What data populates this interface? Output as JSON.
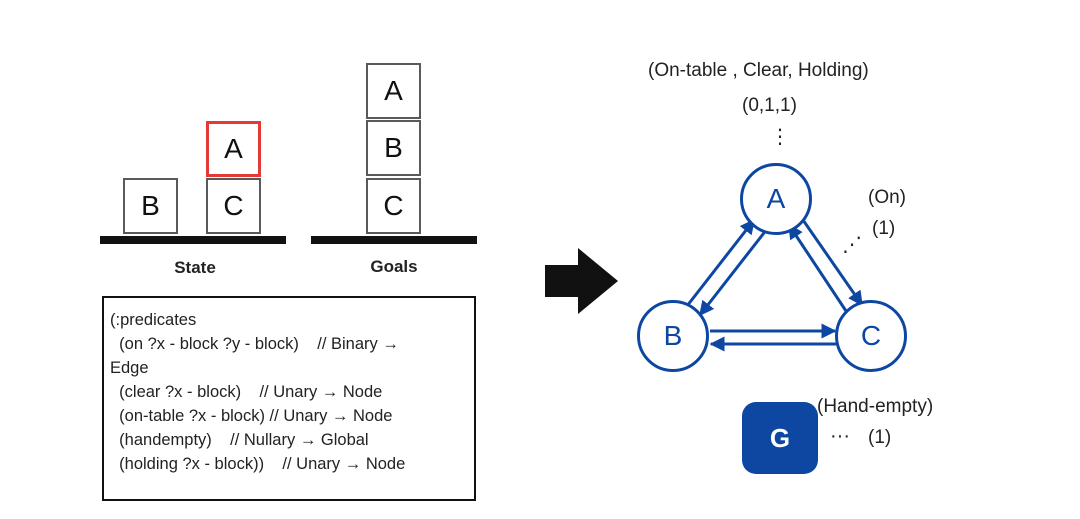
{
  "state": {
    "caption": "State",
    "blocks": {
      "b": "B",
      "c": "C",
      "a": "A"
    }
  },
  "goals": {
    "caption": "Goals",
    "blocks": {
      "a": "A",
      "b": "B",
      "c": "C"
    }
  },
  "code": {
    "lines": [
      "(:predicates",
      "  (on ?x - block ?y - block)    // Binary →",
      "Edge",
      "  (clear ?x - block)    // Unary → Node",
      "  (on-table ?x - block) // Unary → Node",
      "  (handempty)    // Nullary → Global",
      "  (holding ?x - block))    // Unary → Node"
    ]
  },
  "graph": {
    "node_features_label": "(On-table , Clear, Holding)",
    "node_features_value": "(0,1,1)",
    "edge_features_label": "(On)",
    "edge_features_value": "(1)",
    "nodes": {
      "a": "A",
      "b": "B",
      "c": "C"
    },
    "global_node": "G",
    "global_features_label": "(Hand-empty)",
    "global_features_value": "(1)",
    "ellipsis": "⋮",
    "ellipsis_h": "···",
    "ellipsis_diag": "⋰"
  },
  "colors": {
    "node": "#0d47a1",
    "highlight": "#e53935"
  }
}
